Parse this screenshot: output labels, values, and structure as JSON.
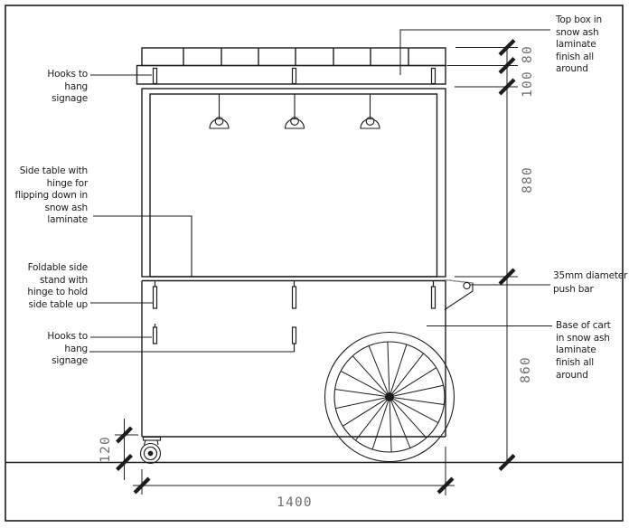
{
  "page": {
    "background": "#ffffff",
    "line_color": "#1c1c1c",
    "dim_text_color": "#6e6e6e"
  },
  "annotations": {
    "hooks_top": "Hooks to\nhang\nsignage",
    "side_table": "Side table with\nhinge for\nflipping down in\nsnow ash\nlaminate",
    "foldable_stand": "Foldable side\nstand with\nhinge to hold\nside table up",
    "hooks_bottom": "Hooks to\nhang\nsignage",
    "top_box": "Top box in\nsnow ash\nlaminate\nfinish all\naround",
    "push_bar": "35mm diameter\npush bar",
    "base_of_cart": "Base of cart\nin snow ash\nlaminate\nfinish all\naround"
  },
  "dimensions": {
    "top_box_height": "80",
    "signage_rail_height": "100",
    "display_height": "880",
    "base_height": "860",
    "caster_height": "120",
    "cart_width": "1400"
  }
}
